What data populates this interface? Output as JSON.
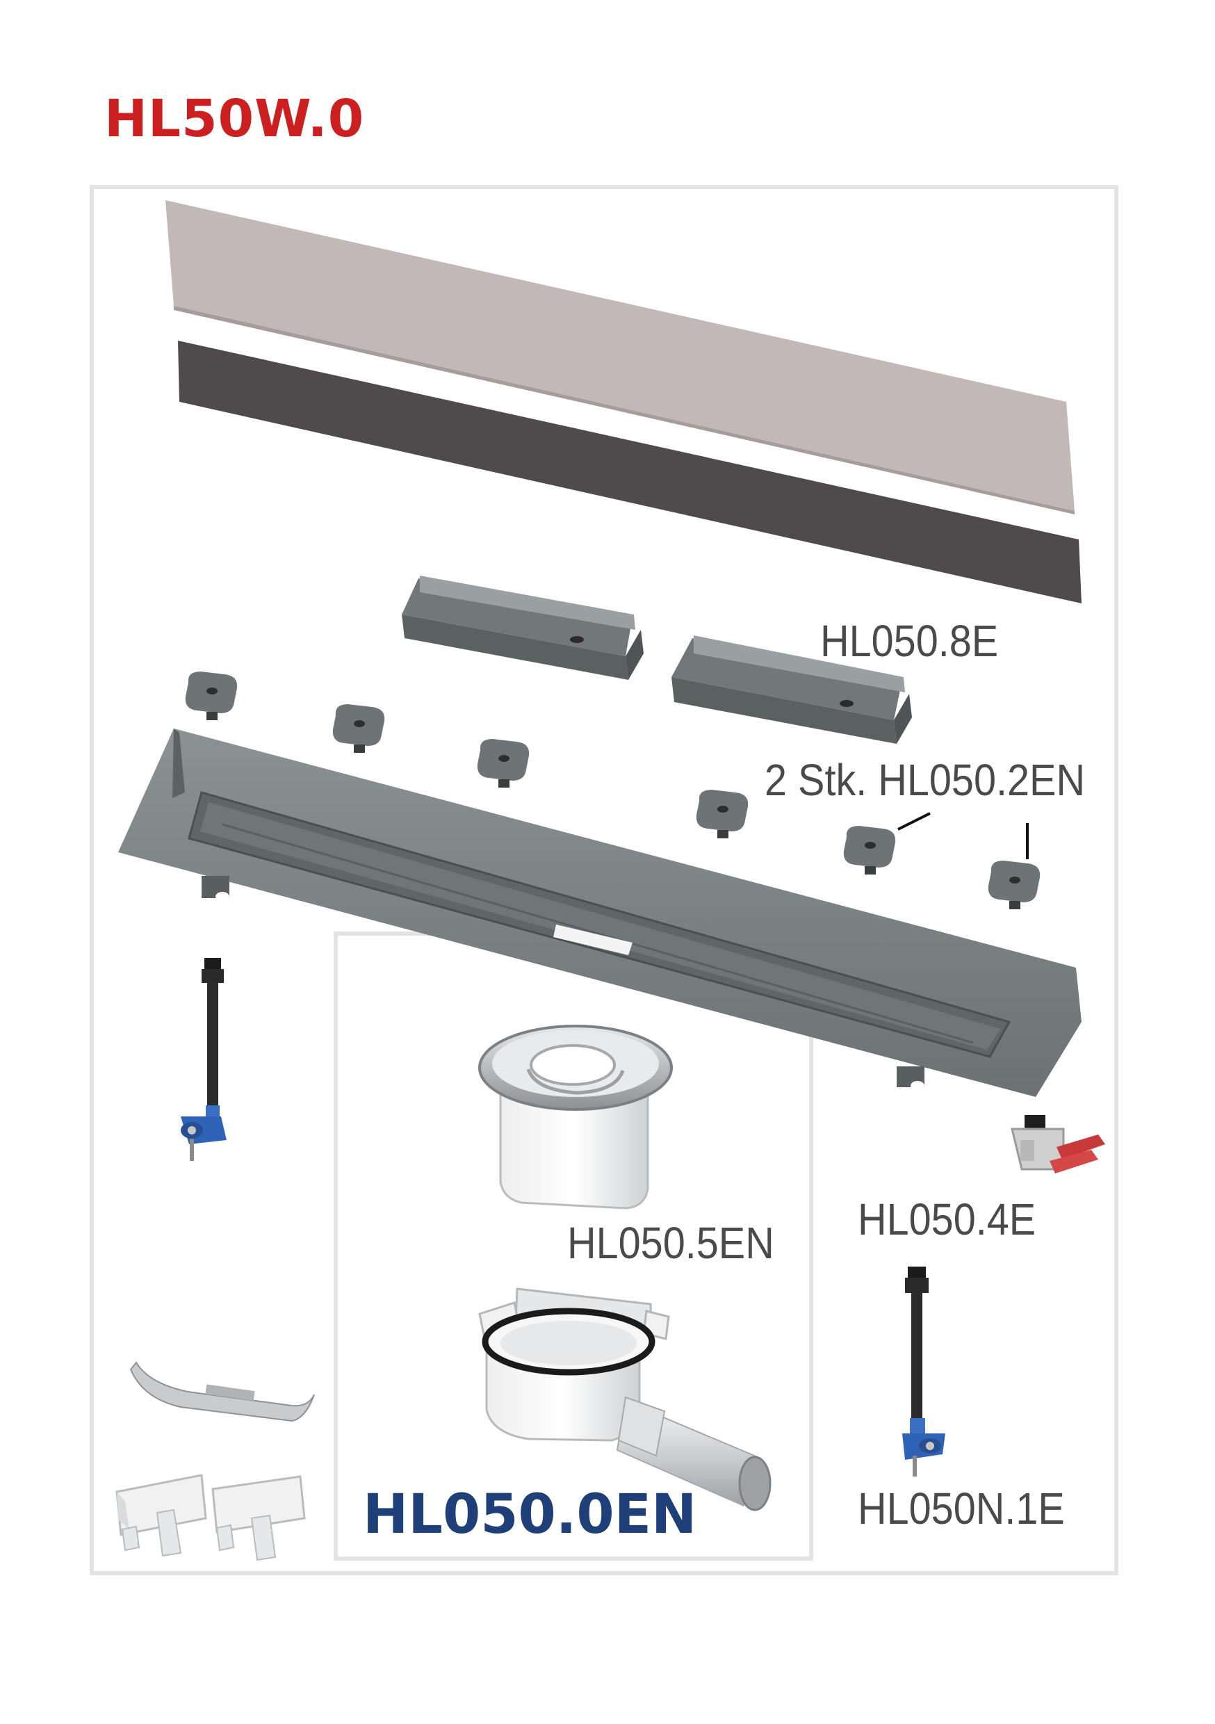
{
  "title": "HL50W.0",
  "labels": {
    "cover_clips": "HL050.8E",
    "levelling_feet": "2 Stk. HL050.2EN",
    "odour_trap": "HL050.5EN",
    "wall_bracket": "HL050.4E",
    "extra_foot": "HL050N.1E",
    "set": "HL050.0EN"
  },
  "colors": {
    "title": "#cc1f1f",
    "set_label": "#1f3f78",
    "label": "#4a4a4a",
    "frame": "#e3e3e3",
    "grate_light": "#c2b8b8",
    "grate_dark": "#4f4a4b",
    "channel": "#7c8384",
    "accent_blue": "#2f63b8",
    "accent_red": "#c83a3a"
  }
}
